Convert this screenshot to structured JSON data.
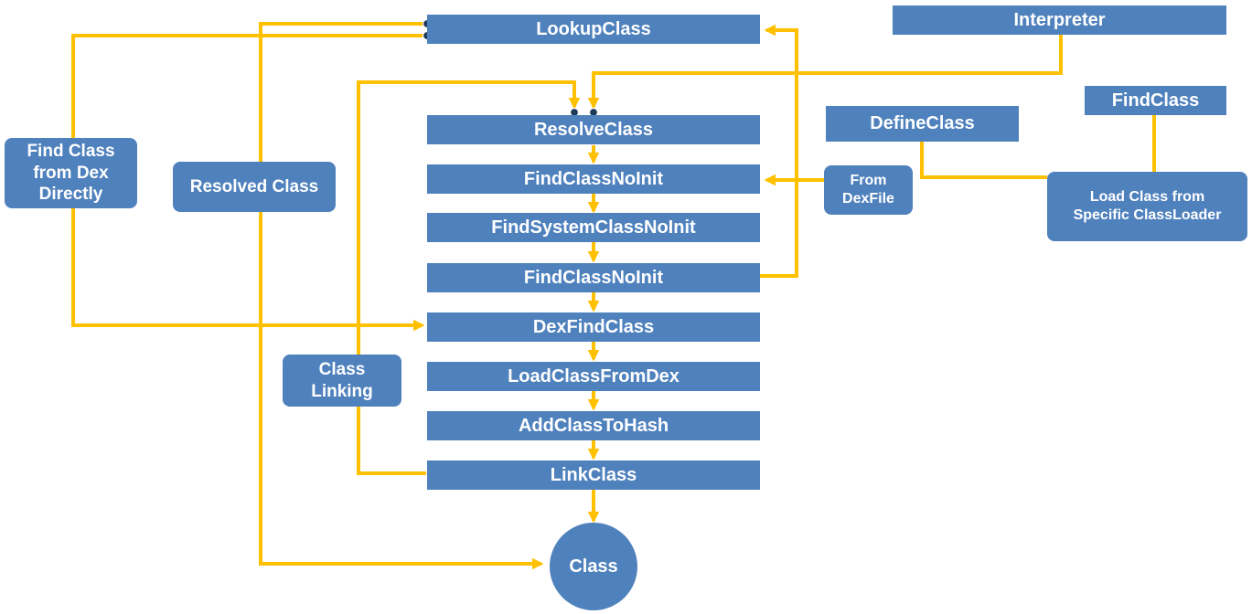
{
  "colors": {
    "node_fill": "#4f81bd",
    "connector": "#ffc000",
    "dot": "#1f3b5a",
    "text": "#ffffff"
  },
  "chain": {
    "lookup_class": "LookupClass",
    "resolve_class": "ResolveClass",
    "find_class_no_init_1": "FindClassNoInit",
    "find_system_class_no_init": "FindSystemClassNoInit",
    "find_class_no_init_2": "FindClassNoInit",
    "dex_find_class": "DexFindClass",
    "load_class_from_dex": "LoadClassFromDex",
    "add_class_to_hash": "AddClassToHash",
    "link_class": "LinkClass",
    "class": "Class"
  },
  "entry_points": {
    "interpreter": "Interpreter",
    "define_class": "DefineClass",
    "find_class": "FindClass"
  },
  "labels": {
    "find_class_from_dex": "Find Class\nfrom Dex\nDirectly",
    "resolved_class": "Resolved Class",
    "class_linking": "Class\nLinking",
    "from_dexfile": "From\nDexFile",
    "load_from_specific_loader": "Load Class from\nSpecific ClassLoader"
  }
}
